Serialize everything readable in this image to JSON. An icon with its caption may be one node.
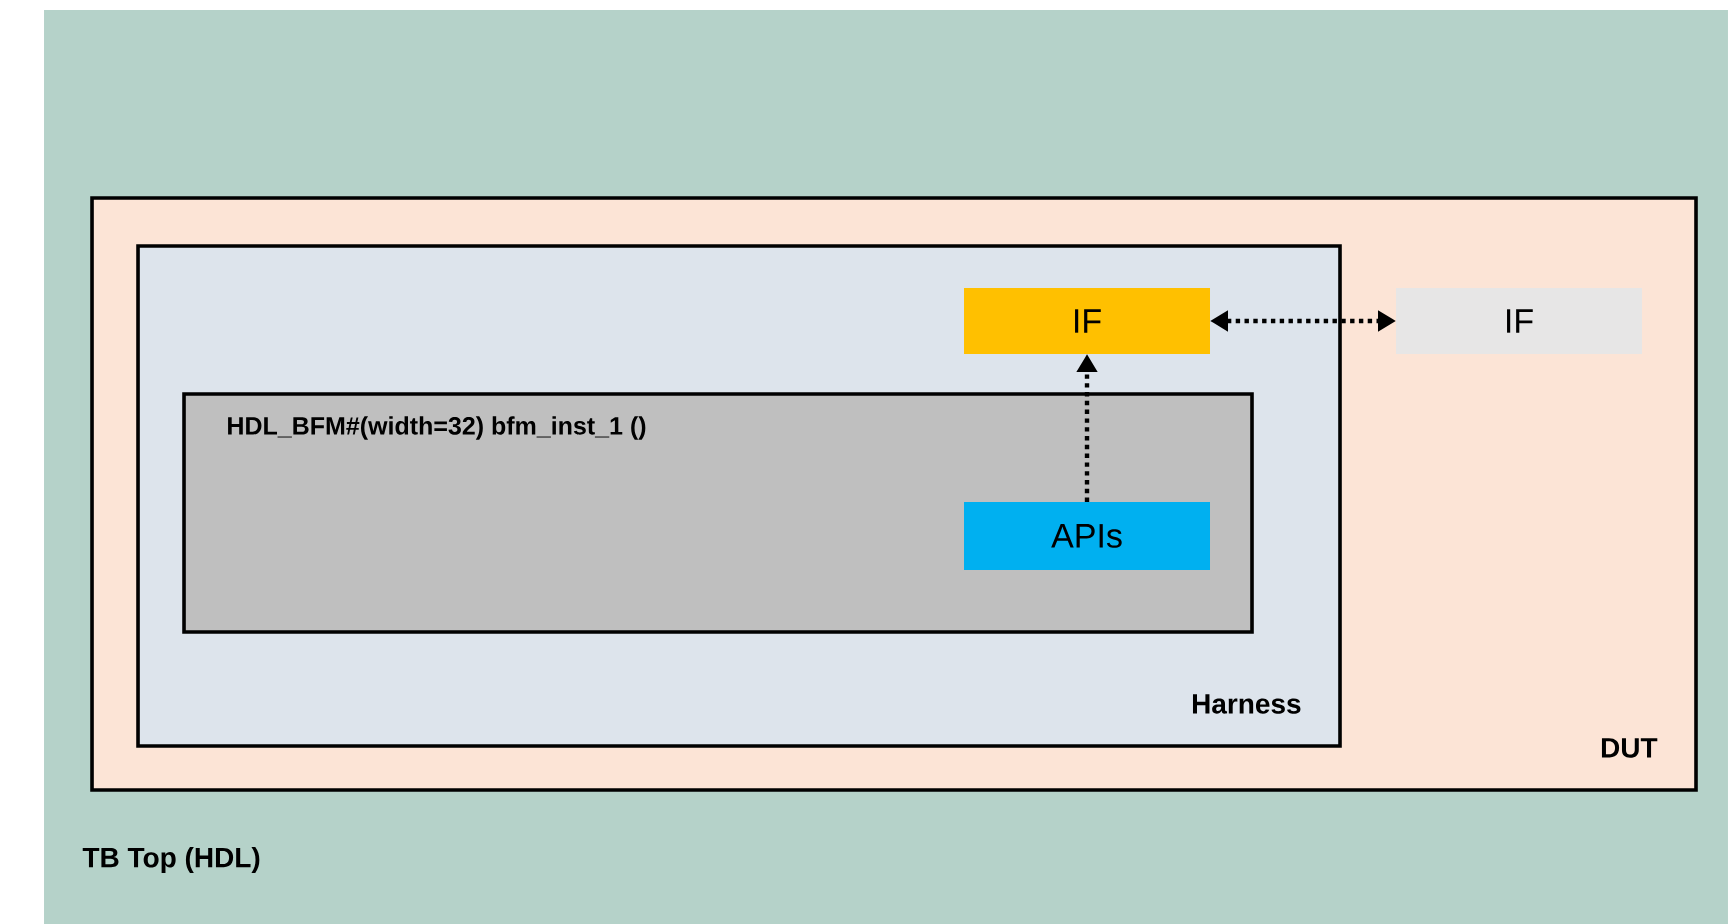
{
  "diagram": {
    "nodes": [
      {
        "text": [
          "TB Top (HDL)"
        ]
      },
      {
        "text": [
          "DUT"
        ],
        "in": 0
      },
      {
        "text": [
          "Harness"
        ],
        "in": 1
      },
      {
        "text": [
          "HDL_BFM#(width=32) bfm_inst_1 ()"
        ],
        "in": 2
      },
      {
        "text": [
          "IF"
        ],
        "in": 2
      },
      {
        "text": [
          "APIs"
        ],
        "in": 3
      },
      {
        "text": [
          "IF"
        ],
        "in": 1
      }
    ],
    "edges": [
      {
        "from": 5,
        "to": 4,
        "arrow": "to"
      },
      {
        "from": 4,
        "to": 6,
        "arrow": "both"
      }
    ]
  }
}
